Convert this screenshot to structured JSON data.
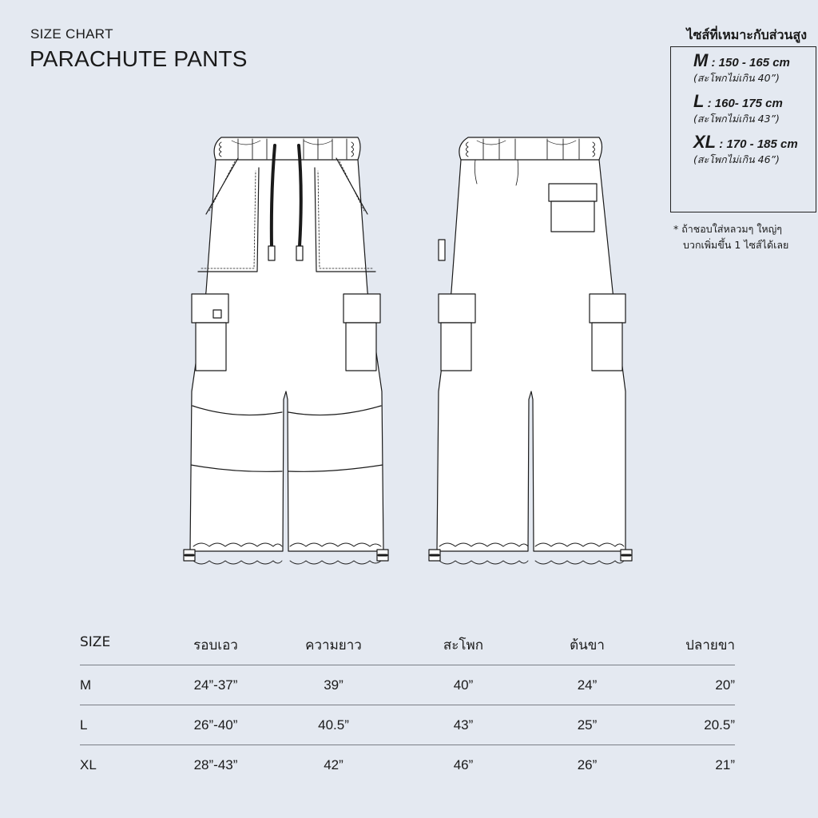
{
  "header": {
    "subtitle": "SIZE CHART",
    "title": "PARACHUTE PANTS"
  },
  "fit_guide": {
    "title": "ไซส์ที่เหมาะกับส่วนสูง",
    "entries": [
      {
        "size": "M",
        "height": ": 150 - 165 cm",
        "hip": "(สะโพกไม่เกิน 40”)"
      },
      {
        "size": "L",
        "height": ": 160- 175 cm",
        "hip": "(สะโพกไม่เกิน 43”)"
      },
      {
        "size": "XL",
        "height": ": 170 - 185 cm",
        "hip": "(สะโพกไม่เกิน 46”)"
      }
    ],
    "note_line1": "* ถ้าชอบใส่หลวมๆ ใหญ่ๆ",
    "note_line2": "บวกเพิ่มขึ้น 1 ไซส์ได้เลย"
  },
  "table": {
    "headers": [
      "SIZE",
      "รอบเอว",
      "ความยาว",
      "สะโพก",
      "ต้นขา",
      "ปลายขา"
    ],
    "rows": [
      [
        "M",
        "24”-37”",
        "39”",
        "40”",
        "24”",
        "20”"
      ],
      [
        "L",
        "26”-40”",
        "40.5”",
        "43”",
        "25”",
        "20.5”"
      ],
      [
        "XL",
        "28”-43”",
        "42”",
        "46”",
        "26”",
        "21”"
      ]
    ]
  },
  "colors": {
    "background": "#e4e9f1",
    "line": "#1a1a1a",
    "garment": "#ffffff"
  },
  "illustrations": {
    "front_icon": "pants-front-icon",
    "back_icon": "pants-back-icon"
  }
}
